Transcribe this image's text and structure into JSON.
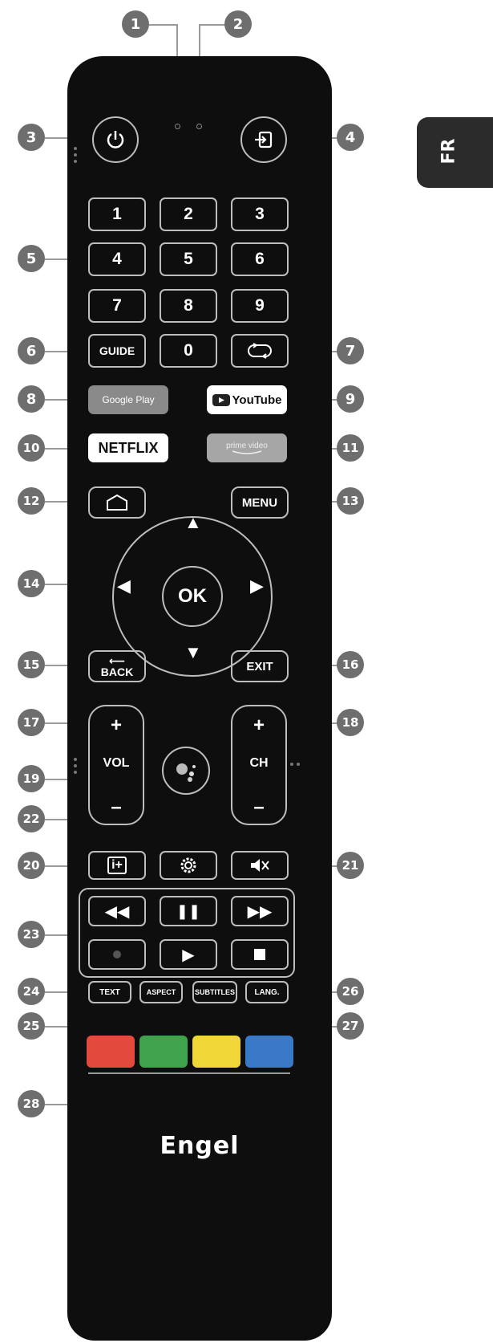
{
  "side_tab": {
    "label": "FR"
  },
  "callouts": [
    "1",
    "2",
    "3",
    "4",
    "5",
    "6",
    "7",
    "8",
    "9",
    "10",
    "11",
    "12",
    "13",
    "14",
    "15",
    "16",
    "17",
    "18",
    "19",
    "20",
    "21",
    "22",
    "23",
    "24",
    "25",
    "26",
    "27",
    "28"
  ],
  "numpad": [
    "1",
    "2",
    "3",
    "4",
    "5",
    "6",
    "7",
    "8",
    "9",
    "0"
  ],
  "buttons": {
    "guide": "GUIDE",
    "google_play": "Google Play",
    "youtube": "YouTube",
    "netflix": "NETFLIX",
    "prime_video": "prime video",
    "menu": "MENU",
    "ok": "OK",
    "back": "BACK",
    "exit": "EXIT",
    "vol_plus": "+",
    "vol_label": "VOL",
    "vol_minus": "–",
    "ch_plus": "+",
    "ch_label": "CH",
    "ch_minus": "–",
    "info": "i+",
    "text": "TEXT",
    "aspect": "ASPECT",
    "subtitles": "SUBTITLES",
    "lang": "LANG."
  },
  "color_keys": [
    "#e14a3c",
    "#3fa34d",
    "#f1d637",
    "#3a78c8"
  ],
  "brand": "Engel",
  "colors": {
    "remote_body": "#0e0e0e",
    "callout": "#6e6e6e",
    "tab": "#2b2b2b"
  }
}
